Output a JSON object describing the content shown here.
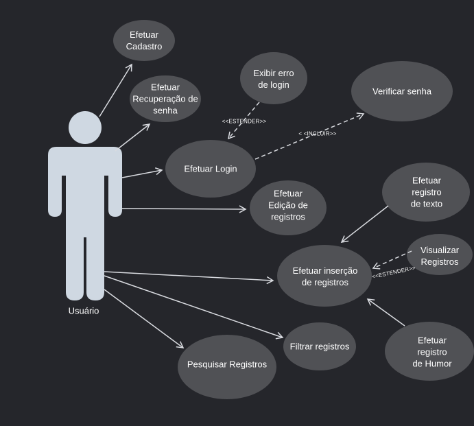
{
  "actor": {
    "name": "Usuário"
  },
  "use_cases": {
    "cadastro": "Efetuar\nCadastro",
    "recuperacao": "Efetuar\nRecuperação de\nsenha",
    "erro_login": "Exibir erro\nde login",
    "verificar_senha": "Verificar senha",
    "login": "Efetuar Login",
    "edicao": "Efetuar\nEdição de\nregistros",
    "registro_texto": "Efetuar registro\nde texto",
    "visualizar": "Visualizar\nRegistros",
    "insercao": "Efetuar inserção\nde registros",
    "filtrar": "Filtrar registros",
    "pesquisar": "Pesquisar Registros",
    "registro_humor": "Efetuar registro\nde Humor"
  },
  "stereotypes": {
    "estender_login": "<<ESTENDER>>",
    "incluir_senha": "< <INCLUIR>>",
    "estender_visualizar": "<<ESTENDER>>"
  },
  "colors": {
    "background": "#25262b",
    "ellipse": "#505155",
    "actor": "#cfd8e2",
    "line": "#d9dbe0"
  }
}
